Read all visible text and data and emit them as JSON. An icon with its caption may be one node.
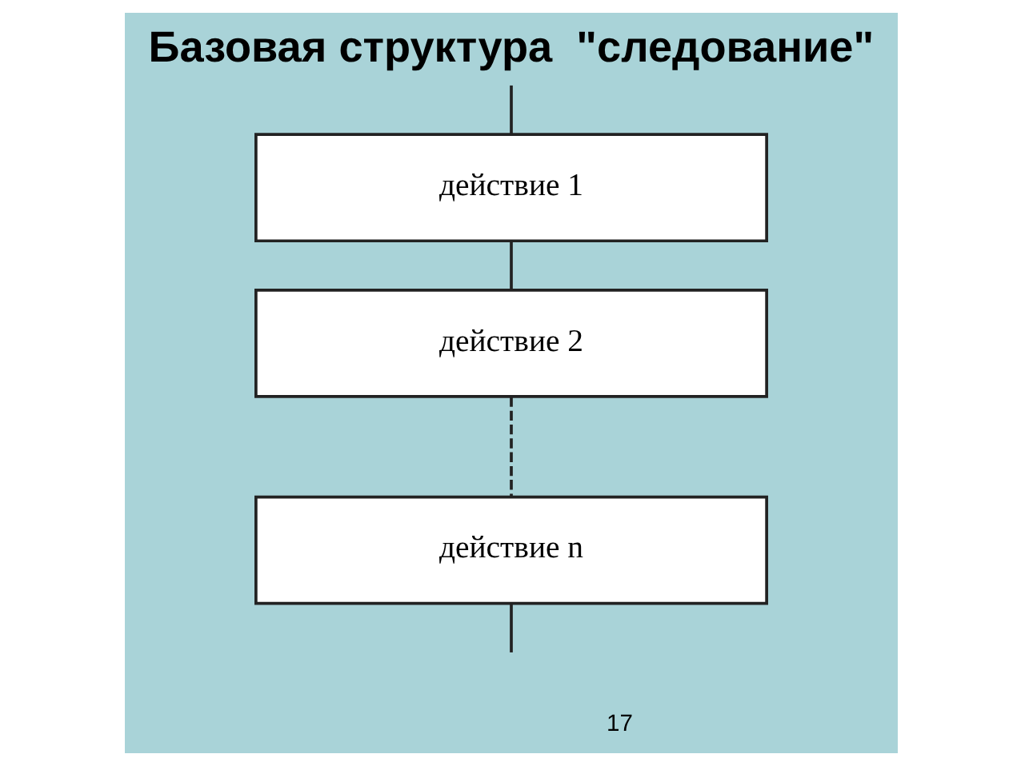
{
  "diagram": {
    "title": "Базовая структура  \"следование\"",
    "nodes": [
      {
        "text": [
          "действие 1"
        ]
      },
      {
        "text": [
          "действие 2"
        ]
      },
      {
        "text": [
          "действие n"
        ]
      }
    ],
    "edges": [
      {
        "from": null,
        "to": 0,
        "arrow": "none"
      },
      {
        "from": 0,
        "to": 1,
        "arrow": "none"
      },
      {
        "from": 1,
        "to": 2,
        "arrow": "none",
        "style": "dashed"
      },
      {
        "from": 2,
        "to": null,
        "arrow": "none"
      }
    ],
    "labels": [
      "17"
    ]
  }
}
